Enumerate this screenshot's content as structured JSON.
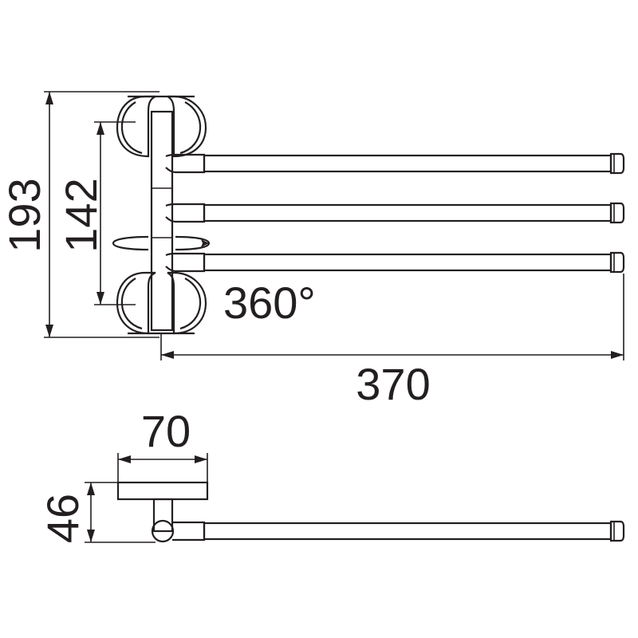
{
  "dimensions": {
    "height_total": "193",
    "height_mount": "142",
    "rotation": "360°",
    "length": "370",
    "base_width": "70",
    "projection": "46"
  },
  "colors": {
    "line": "#231f20",
    "background": "#ffffff"
  }
}
